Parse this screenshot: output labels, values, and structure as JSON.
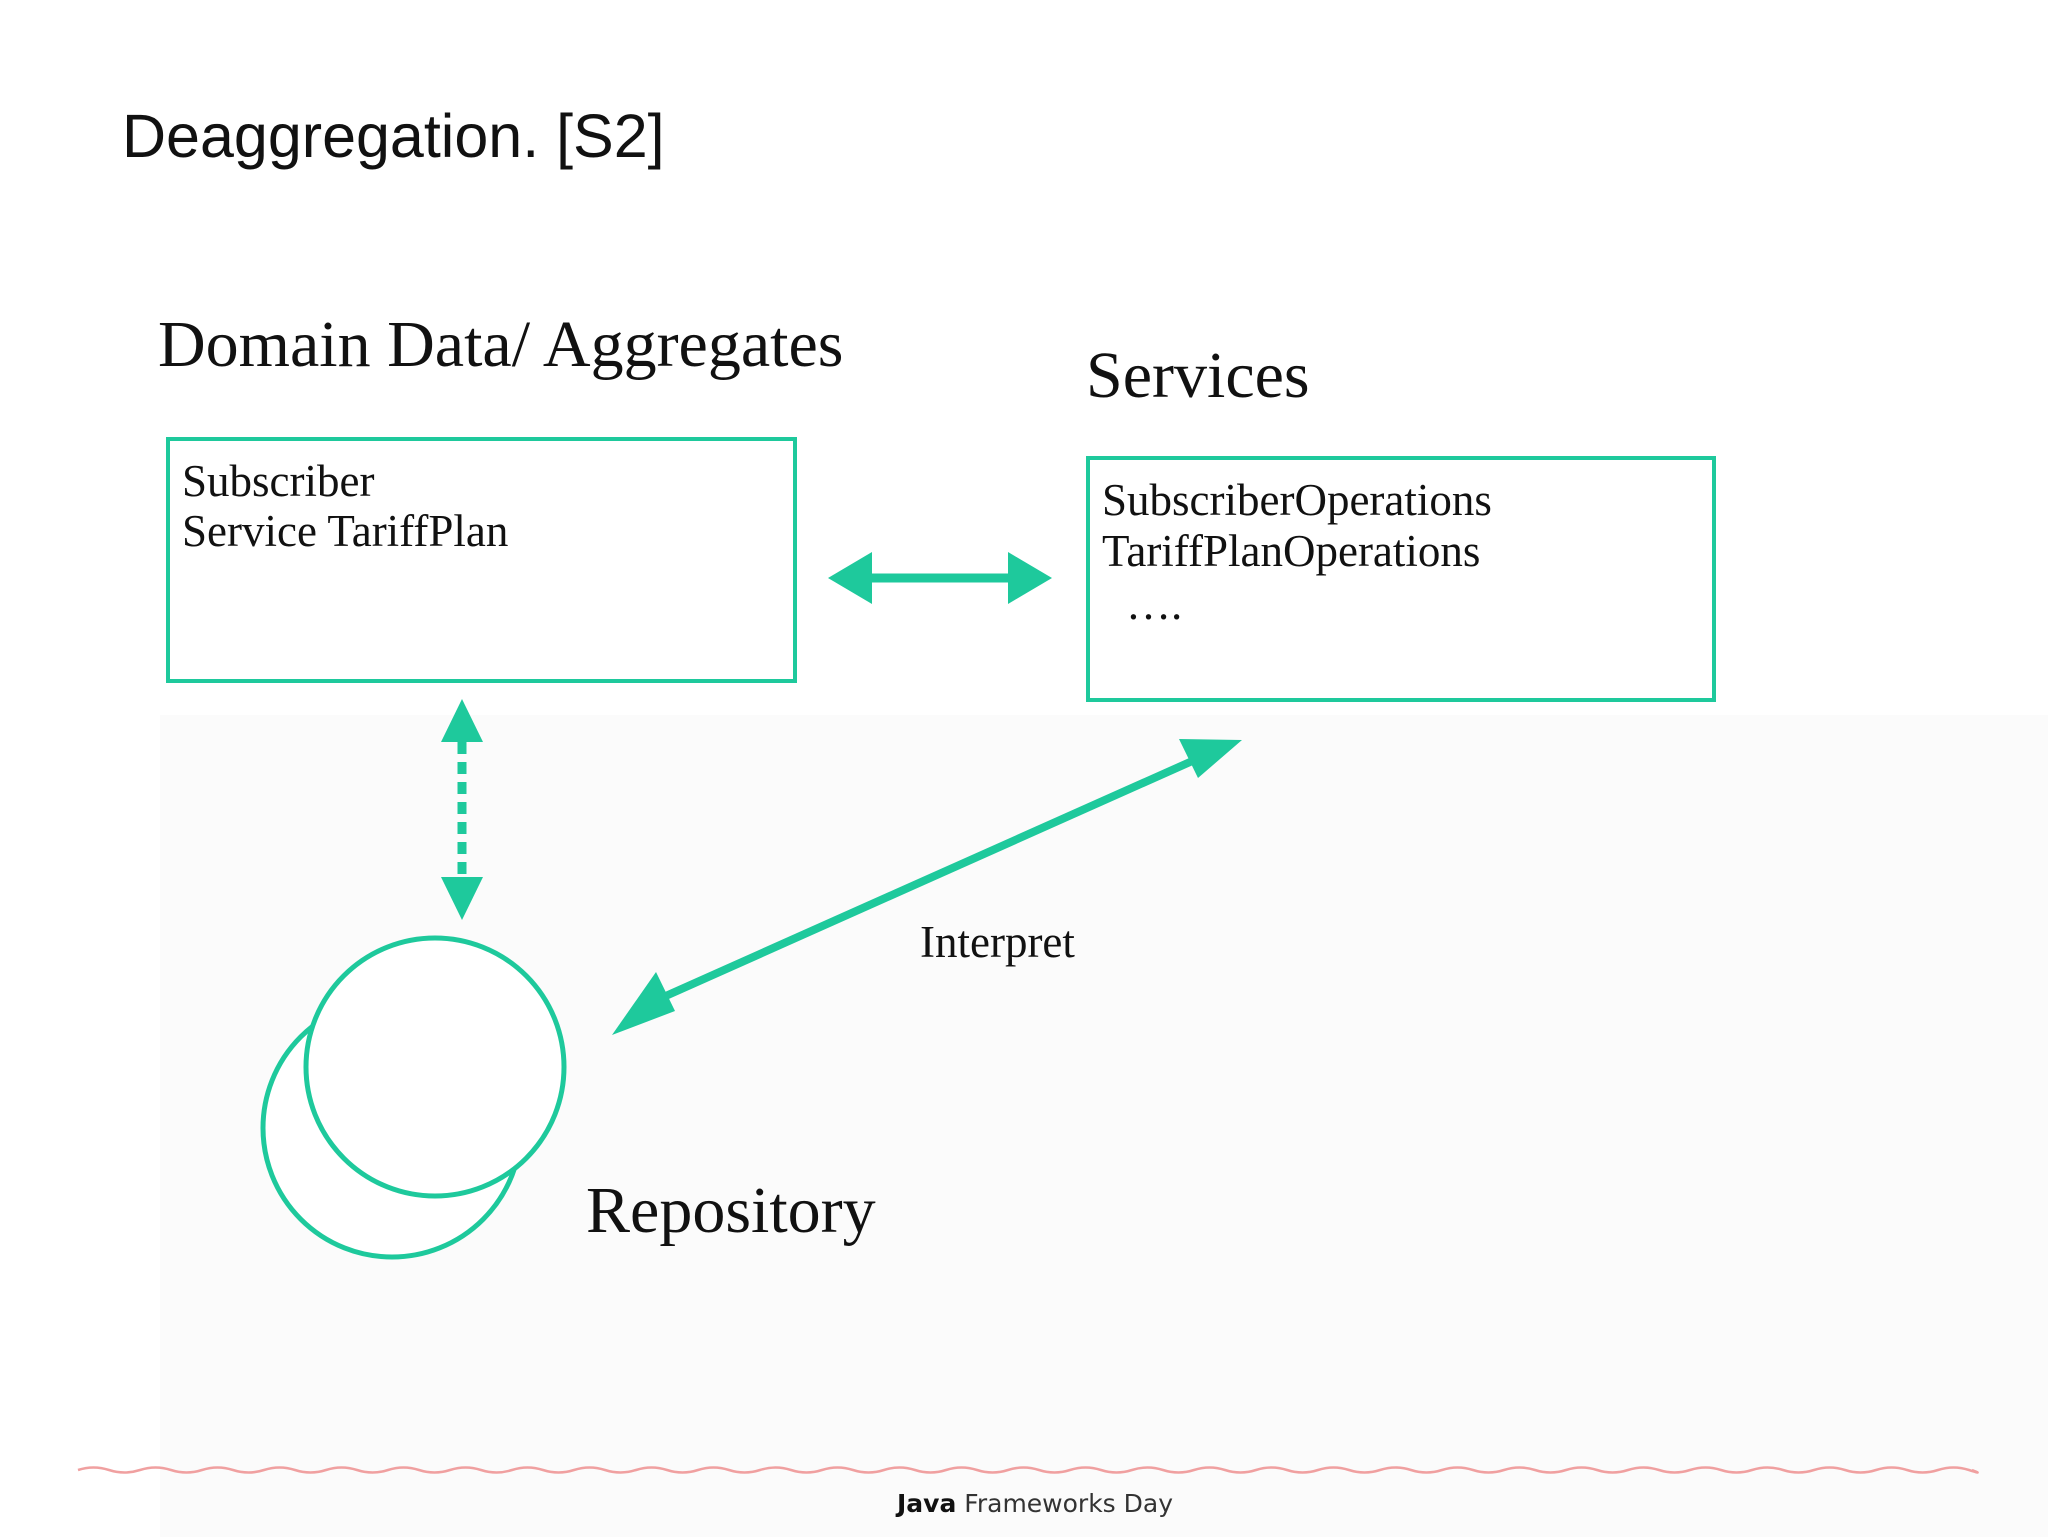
{
  "slide": {
    "title": "Deaggregation.  [S2]"
  },
  "domain": {
    "heading": "Domain Data/ Aggregates",
    "lines": [
      "Subscriber",
      "Service TariffPlan"
    ]
  },
  "services": {
    "heading": "Services",
    "lines": [
      "SubscriberOperations",
      "TariffPlanOperations",
      "…."
    ]
  },
  "repository": {
    "label": "Repository"
  },
  "connections": [
    {
      "from": "Domain Data/ Aggregates",
      "to": "Services",
      "style": "solid",
      "heads": "both"
    },
    {
      "from": "Domain Data/ Aggregates",
      "to": "Repository",
      "style": "dotted",
      "heads": "both"
    },
    {
      "from": "Repository",
      "to": "Services",
      "style": "solid",
      "heads": "both",
      "label": "Interpret"
    }
  ],
  "footer": {
    "brand_bold": "Java",
    "brand_rest": " Frameworks Day"
  },
  "colors": {
    "accent": "#1ec99c",
    "divider": "#f0a0a0"
  }
}
